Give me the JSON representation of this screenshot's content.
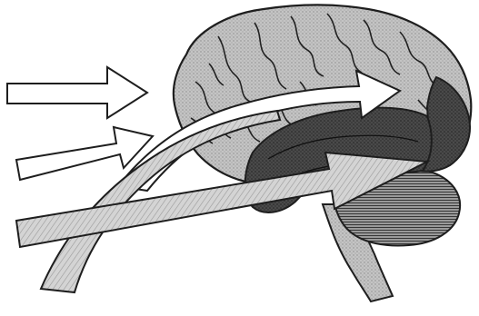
{
  "figure": {
    "subject": "brain-pathways-diagram",
    "colors": {
      "background": "#ffffff",
      "outline": "#1e1e1e",
      "cortex": "#b7b7b7",
      "cortex_dark": "#8e8e8e",
      "temporal_lobe": "#4a4a4a",
      "occipital_lobe": "#3a3a3a",
      "cerebellum": "#8c8c8c",
      "brainstem": "#a0a0a0",
      "arrow_white": "#ffffff",
      "arrow_hatched": "#c9c9c9"
    },
    "arrows": [
      {
        "id": "input-arrow-top",
        "style": "outline"
      },
      {
        "id": "input-arrow-middle",
        "style": "outline"
      },
      {
        "id": "dorsal-stream-arrow",
        "style": "white"
      },
      {
        "id": "ventral-stream-arrow",
        "style": "hatched"
      },
      {
        "id": "lower-curved-arrow",
        "style": "hatched"
      }
    ]
  }
}
